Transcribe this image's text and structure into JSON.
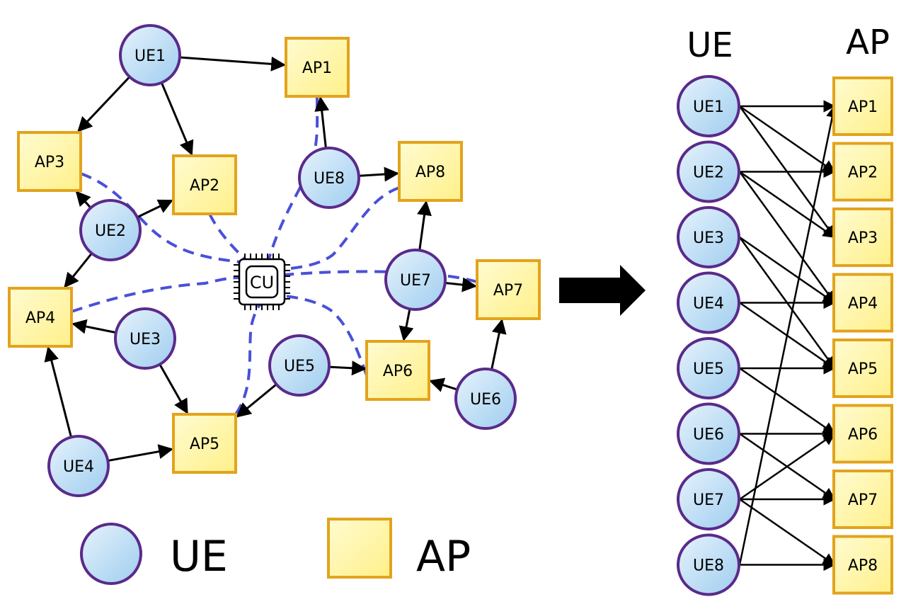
{
  "colors": {
    "ue_fill_top": "#e6f3fc",
    "ue_fill_bottom": "#9fcdef",
    "ue_stroke": "#5a2a8a",
    "ap_fill_top": "#fffbd0",
    "ap_fill_bottom": "#fff08a",
    "ap_stroke": "#e2a31c",
    "edge": "#000000",
    "cu_link": "#4a50d8",
    "text": "#000000"
  },
  "network": {
    "cu_label": "CU",
    "ues": [
      "UE1",
      "UE2",
      "UE3",
      "UE4",
      "UE5",
      "UE6",
      "UE7",
      "UE8"
    ],
    "aps": [
      "AP1",
      "AP2",
      "AP3",
      "AP4",
      "AP5",
      "AP6",
      "AP7",
      "AP8"
    ],
    "edges": [
      [
        "UE1",
        "AP1"
      ],
      [
        "UE1",
        "AP2"
      ],
      [
        "UE1",
        "AP3"
      ],
      [
        "UE2",
        "AP2"
      ],
      [
        "UE2",
        "AP3"
      ],
      [
        "UE2",
        "AP4"
      ],
      [
        "UE3",
        "AP4"
      ],
      [
        "UE3",
        "AP5"
      ],
      [
        "UE4",
        "AP4"
      ],
      [
        "UE4",
        "AP5"
      ],
      [
        "UE5",
        "AP5"
      ],
      [
        "UE5",
        "AP6"
      ],
      [
        "UE6",
        "AP6"
      ],
      [
        "UE6",
        "AP7"
      ],
      [
        "UE7",
        "AP6"
      ],
      [
        "UE7",
        "AP7"
      ],
      [
        "UE7",
        "AP8"
      ],
      [
        "UE8",
        "AP1"
      ],
      [
        "UE8",
        "AP8"
      ]
    ],
    "cu_links": [
      "AP1",
      "AP2",
      "AP3",
      "AP4",
      "AP5",
      "AP6",
      "AP7",
      "AP8"
    ]
  },
  "bipartite": {
    "ue_header": "UE",
    "ap_header": "AP"
  },
  "legend": {
    "ue_label": "UE",
    "ap_label": "AP"
  }
}
